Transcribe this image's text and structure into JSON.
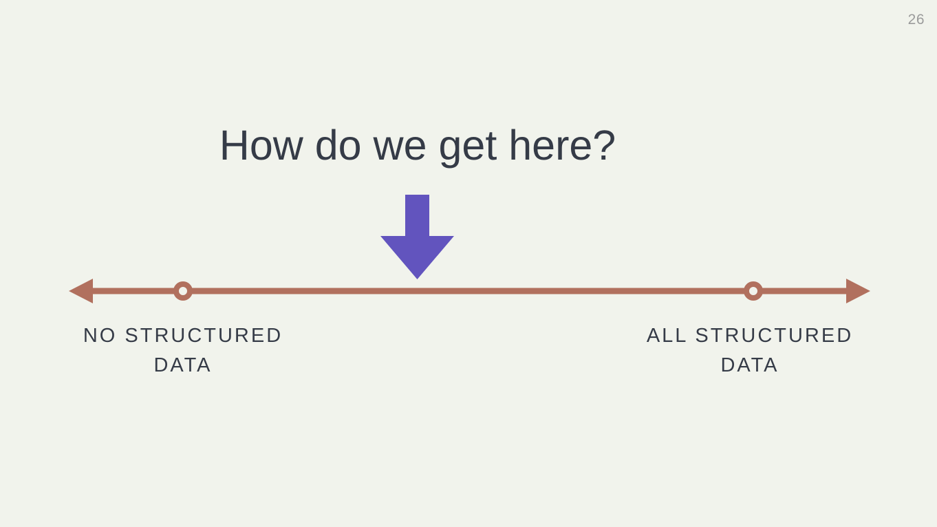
{
  "slide": {
    "page_number": "26",
    "title": "How do we get here?",
    "spectrum": {
      "left_label_line1": "NO STRUCTURED",
      "left_label_line2": "DATA",
      "right_label_line1": "ALL STRUCTURED",
      "right_label_line2": "DATA"
    },
    "icons": {
      "down_arrow": "down-block-arrow-icon",
      "left_arrowhead": "left-arrowhead-icon",
      "right_arrowhead": "right-arrowhead-icon",
      "left_marker": "ring-marker",
      "right_marker": "ring-marker"
    },
    "colors": {
      "background": "#f1f3ec",
      "text": "#353b47",
      "axis": "#b1705e",
      "arrow": "#6254be",
      "page_number": "#9b9b9b"
    }
  }
}
